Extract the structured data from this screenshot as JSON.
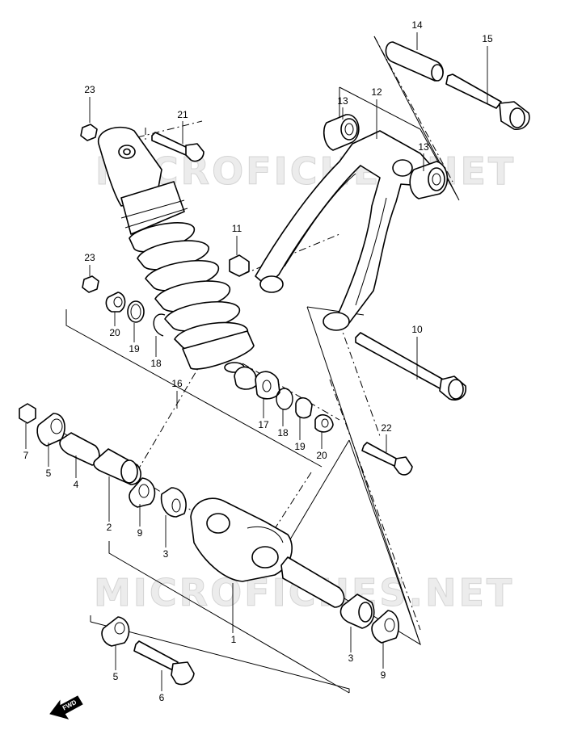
{
  "watermark": "MICROFICHES.NET",
  "direction_label": "FWD",
  "colors": {
    "line": "#000000",
    "background": "#ffffff",
    "watermark": "#d4d4d4"
  },
  "labels": {
    "p1": "1",
    "p2": "2",
    "p3a": "3",
    "p3b": "3",
    "p4": "4",
    "p5a": "5",
    "p5b": "5",
    "p6": "6",
    "p7": "7",
    "p9a": "9",
    "p9b": "9",
    "p10": "10",
    "p11": "11",
    "p12": "12",
    "p13a": "13",
    "p13b": "13",
    "p14": "14",
    "p15": "15",
    "p16": "16",
    "p17": "17",
    "p18a": "18",
    "p18b": "18",
    "p19a": "19",
    "p19b": "19",
    "p20a": "20",
    "p20b": "20",
    "p21": "21",
    "p22": "22",
    "p23a": "23",
    "p23b": "23"
  }
}
